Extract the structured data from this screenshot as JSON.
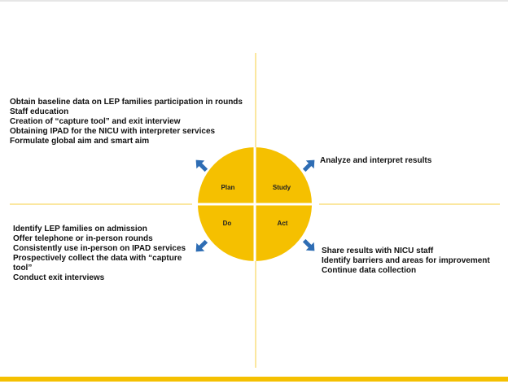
{
  "diagram": {
    "quadrants": {
      "plan": {
        "label": "Plan",
        "items": [
          "Obtain baseline data on LEP families participation in rounds",
          "Staff education",
          "Creation of “capture tool” and exit interview",
          "Obtaining IPAD for the NICU with interpreter services",
          "Formulate global aim and smart aim"
        ]
      },
      "study": {
        "label": "Study",
        "items": [
          "Analyze and interpret results"
        ]
      },
      "do": {
        "label": "Do",
        "items": [
          "Identify LEP families on admission",
          "Offer telephone or in-person rounds",
          "Consistently use in-person on IPAD services",
          "Prospectively collect  the data with “capture tool”",
          "Conduct exit interviews"
        ]
      },
      "act": {
        "label": "Act",
        "items": [
          "Share results with NICU staff",
          "Identify barriers and areas for improvement",
          "Continue data collection"
        ]
      }
    },
    "colors": {
      "circle": "#f5c000",
      "arrow": "#2e6db4",
      "axis": "#fbe7a0",
      "bottom_bar": "#f5c000"
    }
  }
}
